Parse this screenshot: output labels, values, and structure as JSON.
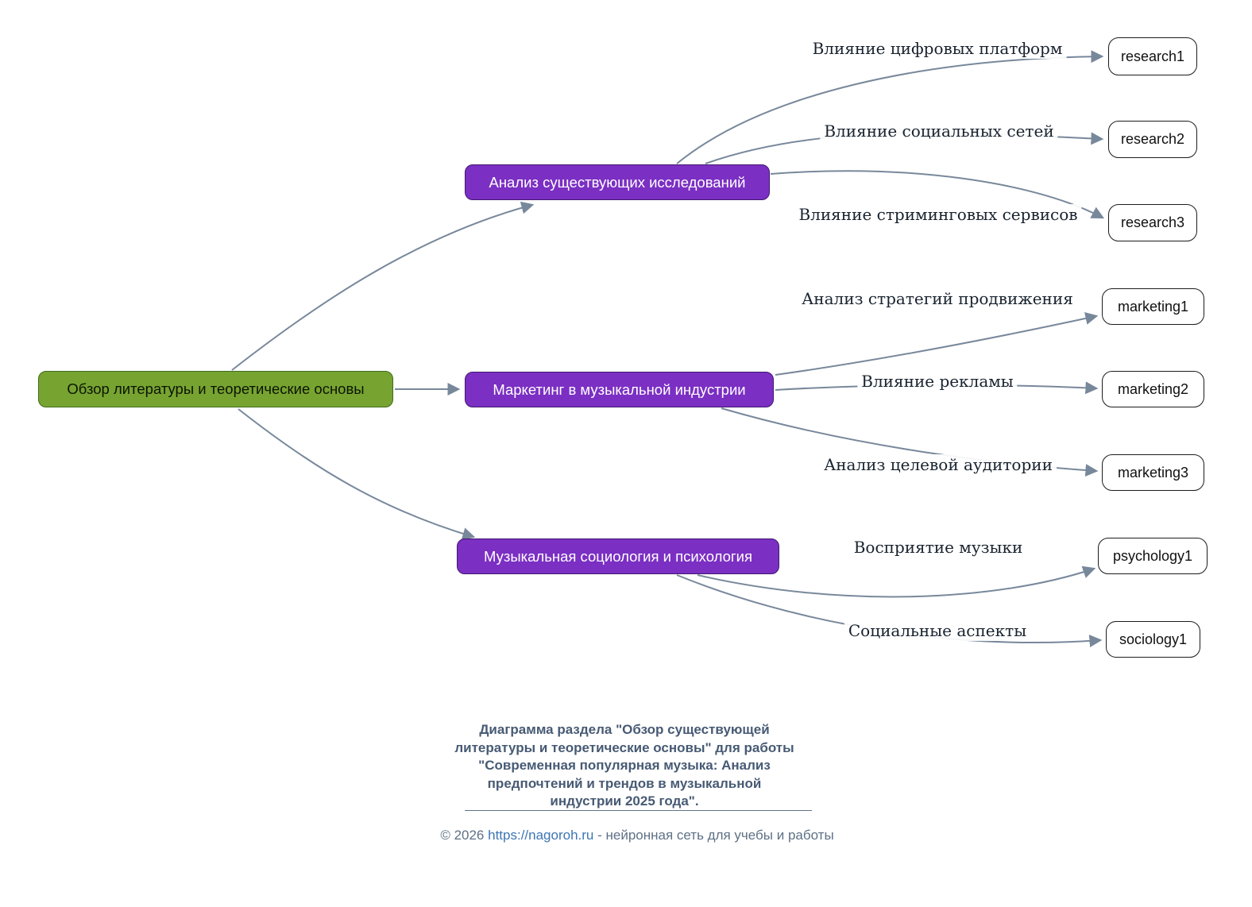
{
  "diagram": {
    "root": {
      "label": "Обзор литературы и теоретические основы"
    },
    "branches": [
      {
        "label": "Анализ существующих исследований",
        "children": [
          {
            "edge_label": "Влияние цифровых платформ",
            "label": "research1"
          },
          {
            "edge_label": "Влияние социальных сетей",
            "label": "research2"
          },
          {
            "edge_label": "Влияние стриминговых сервисов",
            "label": "research3"
          }
        ]
      },
      {
        "label": "Маркетинг в музыкальной индустрии",
        "children": [
          {
            "edge_label": "Анализ стратегий продвижения",
            "label": "marketing1"
          },
          {
            "edge_label": "Влияние рекламы",
            "label": "marketing2"
          },
          {
            "edge_label": "Анализ целевой аудитории",
            "label": "marketing3"
          }
        ]
      },
      {
        "label": "Музыкальная социология и психология",
        "children": [
          {
            "edge_label": "Восприятие музыки",
            "label": "psychology1"
          },
          {
            "edge_label": "Социальные аспекты",
            "label": "sociology1"
          }
        ]
      }
    ]
  },
  "caption": {
    "text": "Диаграмма раздела \"Обзор существующей\nлитературы и теоретические основы\" для работы\n\"Современная популярная музыка: Анализ\nпредпочтений и трендов в музыкальной\nиндустрии 2025 года\"."
  },
  "footer": {
    "prefix": "© 2026 ",
    "link": "https://nagoroh.ru",
    "suffix": " - нейронная сеть для учебы и работы"
  },
  "colors": {
    "root-fill": "#77a431",
    "root-border": "#3e6b1a",
    "branch-fill": "#7b2fc3",
    "branch-border": "#41186f",
    "leaf-fill": "#ffffff",
    "leaf-border": "#1c1c1c",
    "edge": "#78889b",
    "caption-text": "#475a74",
    "footer-text": "#5e7186",
    "link": "#3d76b3"
  }
}
